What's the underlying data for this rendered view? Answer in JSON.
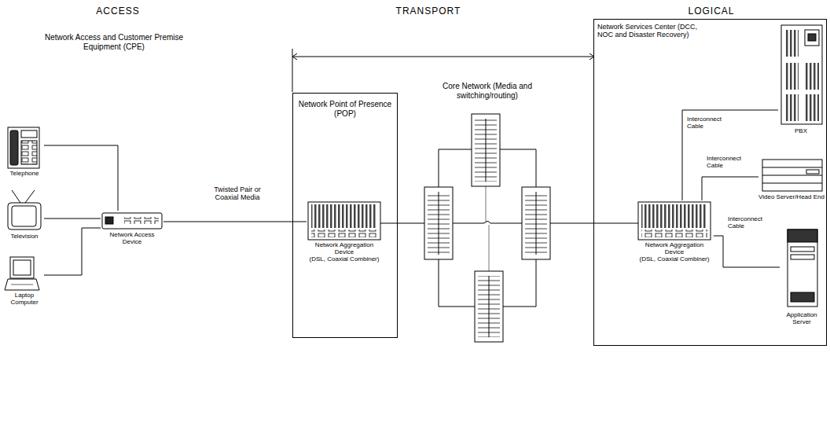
{
  "diagram": {
    "nodes": [
      {
        "text": [
          "Telephone"
        ]
      },
      {
        "text": [
          "Television"
        ]
      },
      {
        "text": [
          "Laptop Computer"
        ]
      },
      {
        "text": [
          "Network Access Device"
        ]
      },
      {
        "text": [
          "Network Point of Presence (POP)"
        ]
      },
      {
        "text": [
          "Network Aggregation Device",
          "(DSL, Coaxial Combiner)"
        ],
        "in": 4
      },
      {
        "text": [
          "Network Services Center (DCC, NOC and Disaster Recovery)"
        ]
      },
      {
        "text": [
          "Network Aggregation Device",
          "(DSL, Coaxial Combiner)"
        ],
        "in": 6
      },
      {
        "text": [
          "PBX"
        ],
        "in": 6
      },
      {
        "text": [
          "Video Server/Head End"
        ],
        "in": 6
      },
      {
        "text": [
          "Application Server"
        ],
        "in": 6
      }
    ],
    "edges": [
      {
        "from": 0,
        "to": 3,
        "arrow": "none"
      },
      {
        "from": 1,
        "to": 3,
        "arrow": "none"
      },
      {
        "from": 2,
        "to": 3,
        "arrow": "none"
      },
      {
        "from": 3,
        "to": 5,
        "label": "Twisted Pair or Coaxial Media",
        "arrow": "none"
      },
      {
        "from": 7,
        "to": 8,
        "label": "Interconnect Cable",
        "arrow": "none"
      },
      {
        "from": 7,
        "to": 9,
        "label": "Interconnect Cable",
        "arrow": "none"
      },
      {
        "from": 7,
        "to": 10,
        "label": "Interconnect Cable",
        "arrow": "none"
      }
    ],
    "labels": [
      "ACCESS",
      "TRANSPORT",
      "LOGICAL",
      "Network Access and Customer Premise Equipment (CPE)",
      "Core Network (Media and switching/routing)"
    ]
  }
}
